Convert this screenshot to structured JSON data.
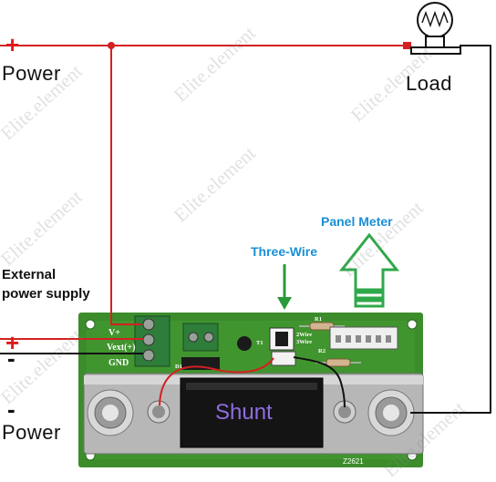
{
  "labels": {
    "top_plus": "+",
    "top_power": "Power",
    "load": "Load",
    "external_power_line1": "External",
    "external_power_line2": "power supply",
    "left_plus": "+",
    "left_minus": "-",
    "bottom_minus": "-",
    "bottom_power": "Power",
    "panel_meter": "Panel Meter",
    "three_wire": "Three-Wire",
    "shunt": "Shunt"
  },
  "board": {
    "pin_vplus": "V+",
    "pin_vext": "Vext(+)",
    "pin_gnd": "GND",
    "t1": "T1",
    "r1": "R1",
    "r2": "R2",
    "d1": "D1",
    "two_wire": "2Wire",
    "three_wire": "3Wire",
    "code": "Z2621"
  },
  "watermark": "Elite.element",
  "colors": {
    "wire_red": "#d42020",
    "wire_black": "#111111",
    "pcb_green": "#3c8c2c",
    "arrow_green": "#2fa84a",
    "label_blue": "#1a8fd6",
    "shunt_text": "#8e6ee0"
  }
}
